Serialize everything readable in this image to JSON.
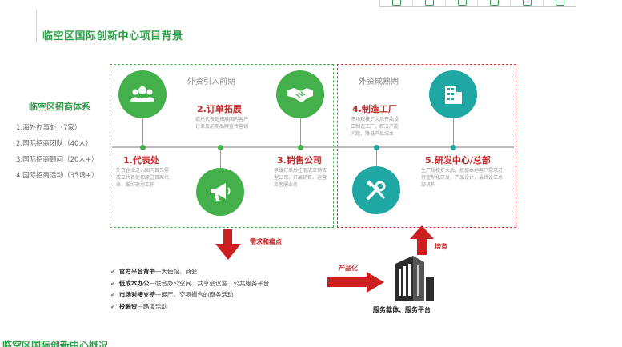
{
  "slide": {
    "title": "临空区国际创新中心项目背景"
  },
  "sidebar": {
    "title": "临空区招商体系",
    "items": [
      "1.海外办事处（7家）",
      "2.国际招商团队（40人）",
      "3.国际招商顾问（20人+）",
      "4.国际招商活动（35场+）"
    ]
  },
  "phases": {
    "early": "外资引入前期",
    "mature": "外资成熟期"
  },
  "steps": [
    {
      "title": "1.代表处",
      "desc": "外资企业进入国内首先需成立代表处和原驻首席代表，做好落地工作"
    },
    {
      "title": "2.订单拓展",
      "desc": "依托代表处拓展国内客户订单及前期品牌宣传营销"
    },
    {
      "title": "3.销售公司",
      "desc": "承接订单后注册成立销售型公司，开展销售、运营及客服业务"
    },
    {
      "title": "4.制造工厂",
      "desc": "市场规模扩大后开始设立制造工厂，解决产能问题，降低产品成本"
    },
    {
      "title": "5.研发中心/总部",
      "desc": "生产规模扩大后，根据本地客户需求进行定制化研发，产品设计，最终设立总部机构"
    }
  ],
  "flow": {
    "demand_label": "需求和痛点",
    "product_label": "产品化",
    "cultivate_label": "培育",
    "platform_caption": "服务载体、服务平台"
  },
  "bullets": [
    {
      "bold": "官方平台背书",
      "text": "—大使馆、商会"
    },
    {
      "bold": "低成本办公",
      "text": "—联合办公空间、共享会议室、公共服务平台"
    },
    {
      "bold": "市场对接支持",
      "text": "—展厅、交易撮合的商务活动"
    },
    {
      "bold": "投融资",
      "text": "—路演活动"
    }
  ],
  "footer": {
    "next_title": "临空区国际创新中心概况"
  },
  "colors": {
    "accent_green": "#2ea04b",
    "accent_red": "#c22a2a",
    "teal": "#1fa7a4"
  },
  "icons": [
    "people-icon",
    "handshake-icon",
    "megaphone-icon",
    "tools-icon",
    "building-icon",
    "office-tower-icon"
  ]
}
